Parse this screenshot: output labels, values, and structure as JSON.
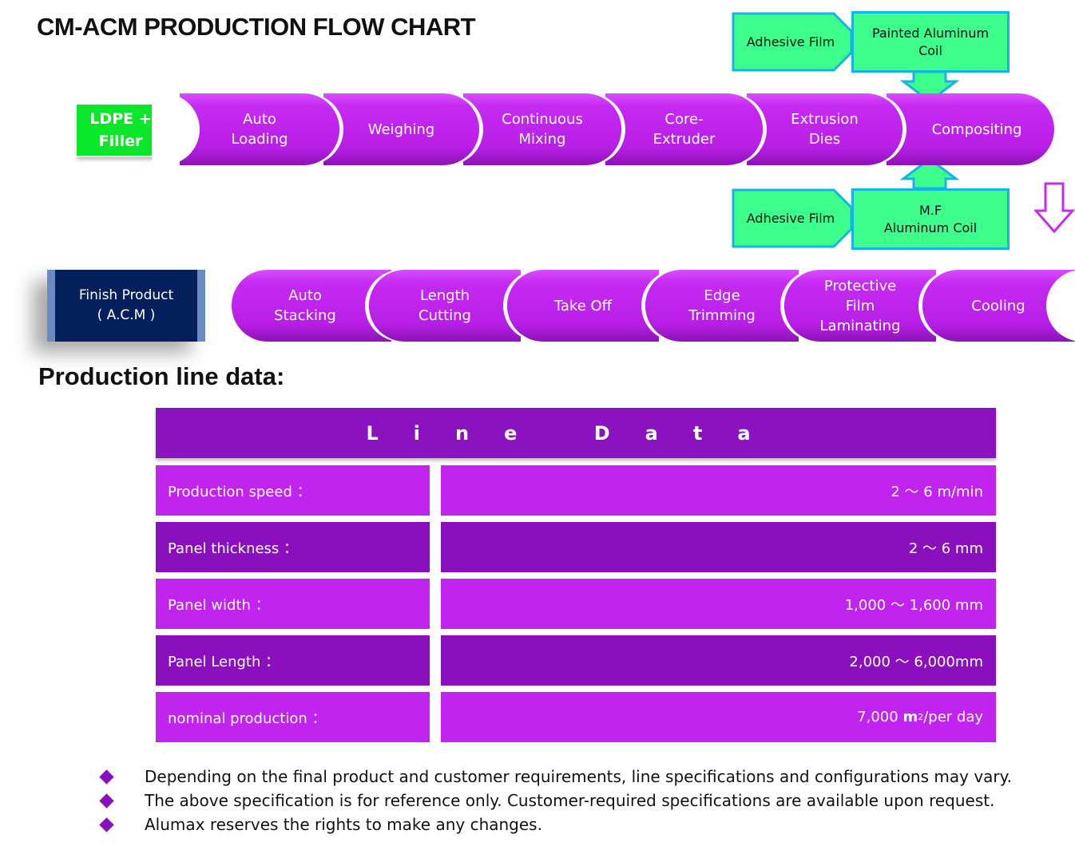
{
  "title": "CM-ACM PRODUCTION FLOW CHART",
  "flow": {
    "start": "LDPE +\nFiller",
    "top_steps": [
      "Auto\nLoading",
      "Weighing",
      "Continuous\nMixing",
      "Core-\nExtruder",
      "Extrusion\nDies",
      "Compositing"
    ],
    "top_inputs": {
      "film": "Adhesive Film",
      "coil": "Painted Aluminum\nCoil"
    },
    "bottom_inputs": {
      "film": "Adhesive Film",
      "coil": "M.F\nAluminum Coil"
    },
    "bottom_steps": [
      "Auto\nStacking",
      "Length\nCutting",
      "Take Off",
      "Edge\nTrimming",
      "Protective\nFilm\nLaminating",
      "Cooling"
    ],
    "end": "Finish Product\n( A.C.M )",
    "colors": {
      "segment": "#c52af2",
      "input": "#3cff8c",
      "input_border": "#14b4e6",
      "start": "#0ae62a",
      "end": "#04205c"
    }
  },
  "section_title": "Production line data:",
  "table": {
    "header": "Line Data",
    "rows": [
      {
        "label": "Production speed ：",
        "value": "2 ～ 6 m/min"
      },
      {
        "label": "Panel thickness ：",
        "value": "2 ～ 6 mm"
      },
      {
        "label": "Panel width ：",
        "value": "1,000 ～ 1,600 mm"
      },
      {
        "label": "Panel Length ：",
        "value": "2,000 ～ 6,000mm"
      },
      {
        "label": "nominal production ：",
        "value_prefix": "7,000 ",
        "value_unit": "m",
        "value_sup": "2",
        "value_suffix": "/per day"
      }
    ],
    "colors": {
      "header": "#8b12bf",
      "light": "#c024ee",
      "dark": "#8b10bd"
    }
  },
  "notes": [
    "Depending on the final product and customer requirements, line specifications and configurations may vary.",
    "The above specification is for reference only. Customer-required specifications are available upon request.",
    "Alumax reserves the rights to make any changes."
  ]
}
